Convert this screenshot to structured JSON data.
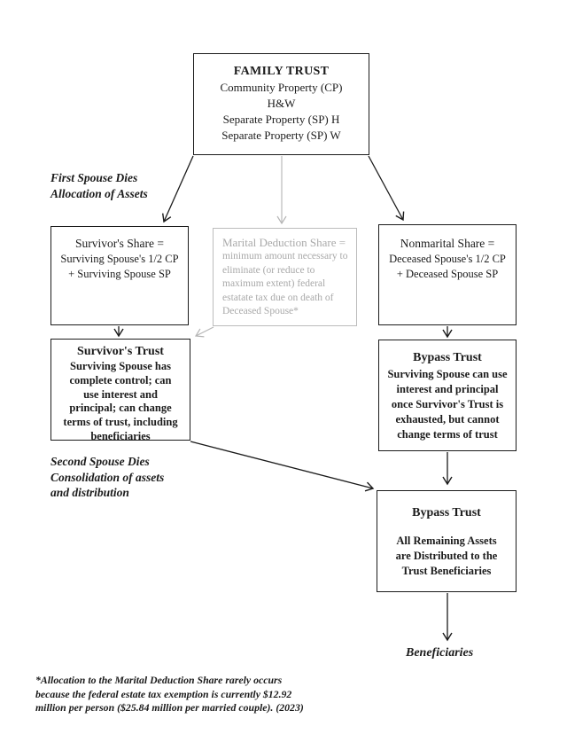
{
  "colors": {
    "ink": "#1b1b1b",
    "muted_border": "#bcbcbc",
    "muted_text": "#a9a9a9",
    "muted_arrow": "#b5b5b5",
    "background": "#ffffff"
  },
  "boxes": {
    "family_trust": {
      "title": "FAMILY TRUST",
      "lines": [
        "Community Property (CP)",
        "H&W",
        "Separate Property (SP) H",
        "Separate Property (SP) W"
      ]
    },
    "survivors_share": {
      "title": "Survivor's Share =",
      "lines": [
        "Surviving Spouse's 1/2 CP",
        "+  Surviving Spouse SP"
      ]
    },
    "marital_deduction": {
      "title": "Marital Deduction Share =",
      "lines": [
        "minimum amount necessary to",
        "eliminate (or reduce to",
        "maximum extent) federal",
        "estatate tax due on death of",
        "Deceased Spouse*"
      ]
    },
    "nonmarital_share": {
      "title": "Nonmarital Share =",
      "lines": [
        "Deceased Spouse's 1/2 CP",
        "+  Deceased Spouse SP"
      ]
    },
    "survivors_trust": {
      "title": "Survivor's Trust",
      "lines": [
        "Surviving Spouse has",
        "complete control; can",
        "use interest and",
        "principal; can change",
        "terms of trust, including",
        "beneficiaries"
      ]
    },
    "bypass_trust": {
      "title": "Bypass Trust",
      "lines": [
        "Surviving Spouse can use",
        "interest and principal",
        "once Survivor's Trust is",
        "exhausted, but cannot",
        "change terms of trust"
      ]
    },
    "bypass_trust_final": {
      "title": "Bypass Trust",
      "lines": [
        "All Remaining Assets",
        "are Distributed to the",
        "Trust Beneficiaries"
      ]
    }
  },
  "labels": {
    "stage1": {
      "line1": "First Spouse Dies",
      "line2": "Allocation of Assets"
    },
    "stage2": {
      "line1": "Second Spouse Dies",
      "line2": "Consolidation of assets",
      "line3": "and distribution"
    },
    "beneficiaries": "Beneficiaries"
  },
  "footnote": {
    "line1": "*Allocation to the Marital Deduction Share rarely occurs",
    "line2": "because the federal estate tax exemption is currently $12.92",
    "line3": "million per person ($25.84 million per married couple). (2023)"
  }
}
